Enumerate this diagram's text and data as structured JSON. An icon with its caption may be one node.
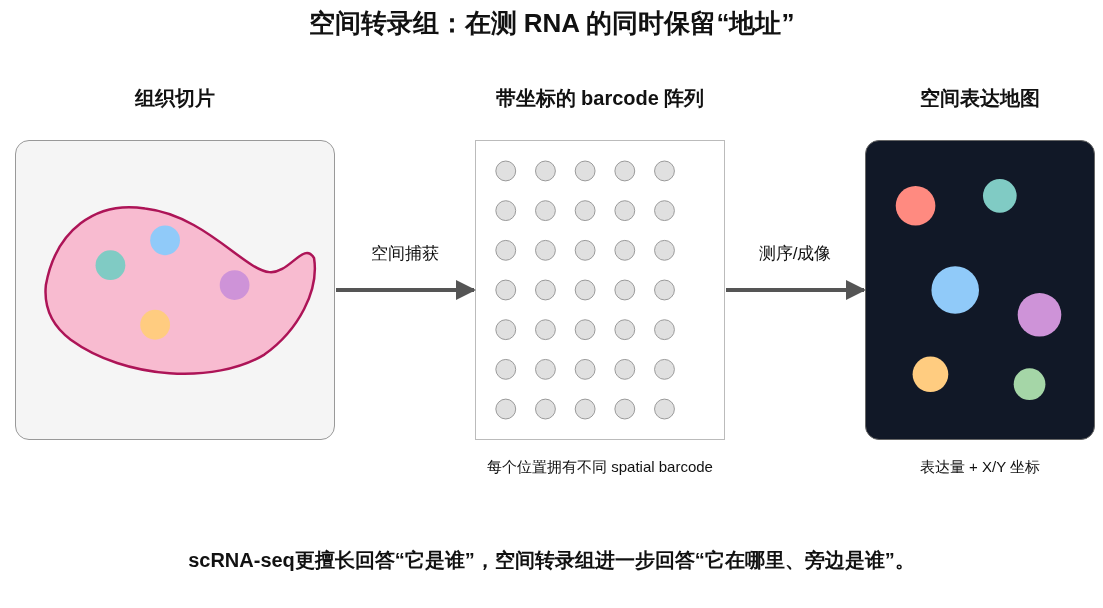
{
  "diagram": {
    "title": "空间转录组：在测 RNA 的同时保留“地址”",
    "caption": "scRNA-seq更擅长回答“它是谁”，空间转录组进一步回答“它在哪里、旁边是谁”。",
    "nodes": [
      {
        "text": [
          "组织切片"
        ]
      },
      {
        "text": [
          "带坐标的 barcode 阵列"
        ],
        "beside": [
          "每个位置拥有不同 spatial barcode"
        ]
      },
      {
        "text": [
          "空间表达地图"
        ],
        "beside": [
          "表达量 + X/Y 坐标"
        ]
      }
    ],
    "edges": [
      {
        "from": 0,
        "to": 1,
        "arrow": "to",
        "label": "空间捕获"
      },
      {
        "from": 1,
        "to": 2,
        "arrow": "to",
        "label": "测序/成像"
      }
    ]
  }
}
